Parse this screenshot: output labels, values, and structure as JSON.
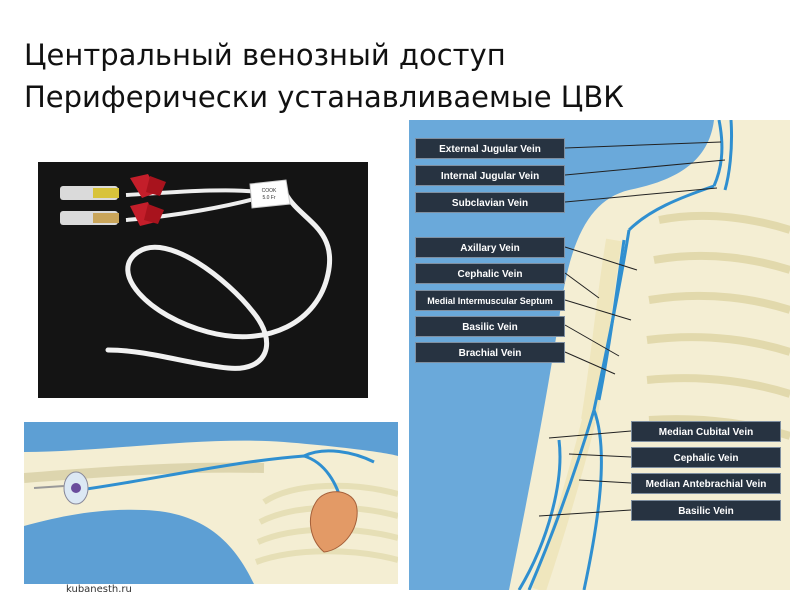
{
  "slide": {
    "title_line1": "Центральный венозный доступ",
    "title_line2": "Периферически устанавливаемые ЦВК",
    "watermark": "kubanesth.ru"
  },
  "catheter_photo": {
    "hub_text_1": "COOK",
    "hub_text_2": "5.0 Fr"
  },
  "anatomy": {
    "labels_left": [
      "External Jugular Vein",
      "Internal Jugular Vein",
      "Subclavian Vein",
      "Axillary Vein",
      "Cephalic Vein",
      "Medial Intermuscular Septum",
      "Basilic Vein",
      "Brachial Vein"
    ],
    "labels_right": [
      "Median Cubital Vein",
      "Cephalic Vein",
      "Median Antebrachial Vein",
      "Basilic Vein"
    ]
  },
  "colors": {
    "anatomy_background": "#6aa9da",
    "arm_background": "#5d9fd4",
    "label_background": "#273341",
    "bone": "#f1ebc6",
    "skin": "#f4eed3",
    "vein": "#2f8fd0",
    "catheter_clamp": "#c41e2a",
    "heart": "#e39a66"
  },
  "icons": [
    "heart-illustration",
    "catheter-hub",
    "clamp"
  ]
}
